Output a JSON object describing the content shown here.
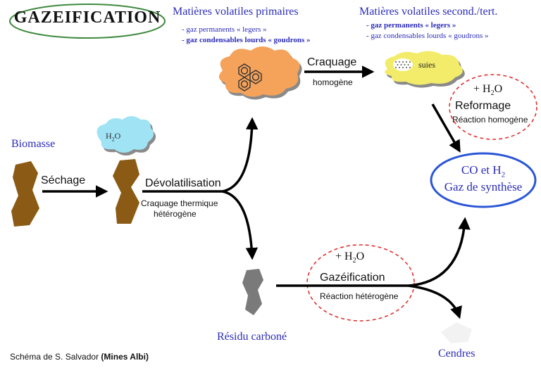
{
  "title": "GAZEIFICATION",
  "primary": {
    "heading": "Matières volatiles primaires",
    "item1": "- gaz permanents « legers »",
    "item2": "- gaz condensables lourds « goudrons »"
  },
  "secondary": {
    "heading": "Matières volatiles second./tert.",
    "item1": "- gaz permanents « legers »",
    "item2": "- gaz condensables lourds « goudrons »"
  },
  "biomasse": "Biomasse",
  "sechage": "Séchage",
  "h2o_cloud": {
    "main": "H",
    "sub": "2",
    "tail": "O"
  },
  "devol": {
    "label": "Dévolatilisation",
    "sub1": "Craquage thermique",
    "sub2": "hétérogène"
  },
  "craquage": {
    "label": "Craquage",
    "sub": "homogène"
  },
  "suies": "suies",
  "reformage": {
    "plus": "+ H",
    "sub": "2",
    "o": "O",
    "label": "Reformage",
    "desc": "Réaction homogène"
  },
  "syngas": {
    "line1_main": "CO et H",
    "line1_sub": "2",
    "line2": "Gaz de synthèse"
  },
  "gazeification": {
    "plus": "+ H",
    "sub": "2",
    "o": "O",
    "label": "Gazéification",
    "desc": "Réaction hétérogène"
  },
  "residu": "Résidu carboné",
  "cendres": "Cendres",
  "credit": {
    "text": "Schéma de S. Salvador ",
    "bold": "(Mines Albi)"
  },
  "colors": {
    "title_ellipse": "#3f8a3f",
    "biomass": "#8b5a14",
    "tar_cloud": "#f5a25a",
    "soot_cloud": "#f2ec6a",
    "water_cloud": "#9fe3f5",
    "residue": "#7a7a7a",
    "syngas_ellipse": "#2a56d6",
    "dashed_red": "#e03030",
    "label_blue": "#2b2bb8"
  }
}
